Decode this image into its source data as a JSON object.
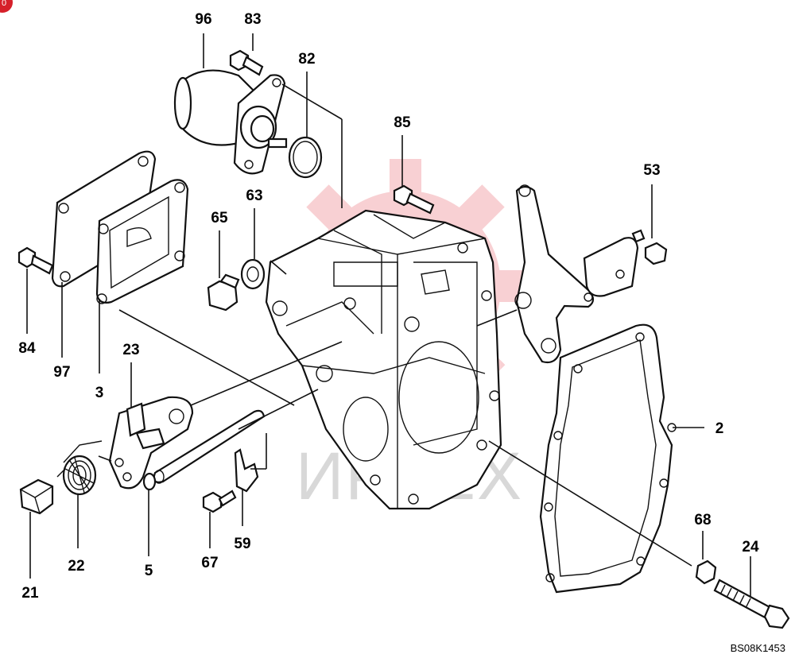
{
  "corner_badge": {
    "label": "0",
    "color": "#d6202a"
  },
  "watermark": {
    "text": "ИРТЕХ",
    "color": "#e0303a"
  },
  "drawing_code": "BS08K1453",
  "callouts": {
    "p96": "96",
    "p83": "83",
    "p82": "82",
    "p85": "85",
    "p53": "53",
    "p65": "65",
    "p63": "63",
    "p84": "84",
    "p97": "97",
    "p3": "3",
    "p23": "23",
    "p2": "2",
    "p68": "68",
    "p24": "24",
    "p21": "21",
    "p22": "22",
    "p5": "5",
    "p67": "67",
    "p59": "59"
  }
}
